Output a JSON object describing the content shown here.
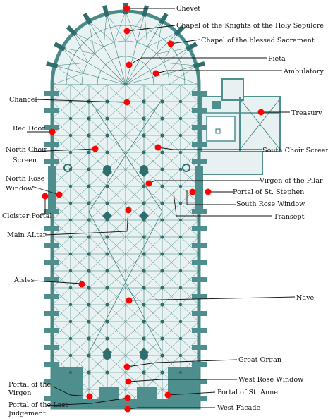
{
  "colors": {
    "plan": "#4e8f8e",
    "plan_dark": "#2f6e6d",
    "rib": "#3a7b7a",
    "marker": "#ff0000",
    "leader": "#111111",
    "text": "#111111"
  },
  "labels": {
    "chevet": "Chevet",
    "knights_chapel": "Chapel of the Knights of the Holy Sepulcre",
    "sacrament_chapel": "Chapel of the blessed Sacrament",
    "pieta": "Pieta",
    "ambulatory": "Ambulatory",
    "chancel": "Chancel",
    "treasury": "Treasury",
    "red_door": "Red Door",
    "north_choir_1": "North Choir",
    "north_choir_2": "Screen",
    "south_choir": "South Choir Screen",
    "north_rose_1": "North Rose",
    "north_rose_2": "Window",
    "virgen_pilar": "Virgen of the Pilar",
    "portal_stephen": "Portal of St. Stephen",
    "south_rose": "South Rose Window",
    "cloister": "Cloister Portal",
    "transept": "Transept",
    "main_altar": "Main ALtar",
    "aisles": "Aisles",
    "nave": "Nave",
    "great_organ": "Great Organ",
    "west_rose": "West Rose Window",
    "portal_virgen_1": "Portal of the",
    "portal_virgen_2": "Virgen",
    "portal_anne": "Portal of St. Anne",
    "last_judgement_1": "Portal of the Last",
    "last_judgement_2": "Judgement",
    "west_facade": "West Facade"
  }
}
